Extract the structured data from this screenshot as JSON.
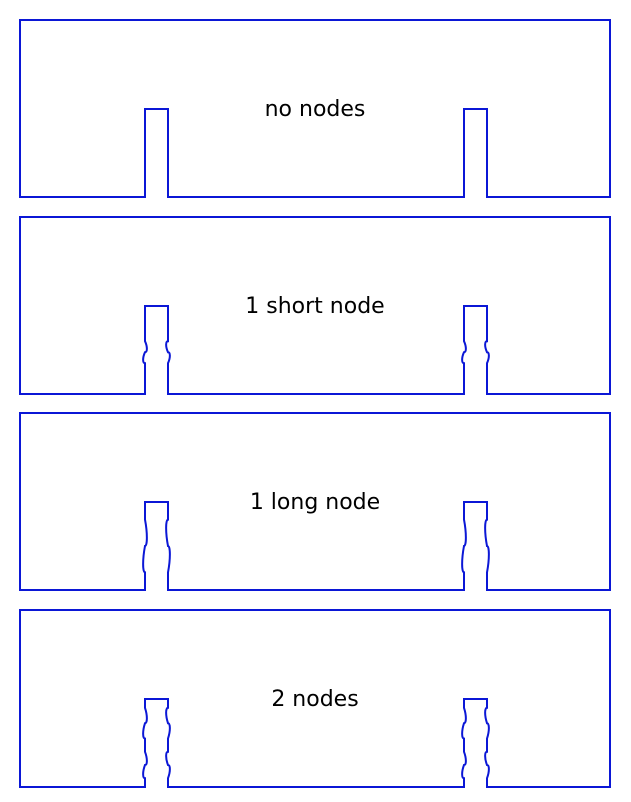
{
  "stroke_color": "#0b17d6",
  "panels": [
    {
      "label": "no nodes",
      "variant": "none"
    },
    {
      "label": "1 short node",
      "variant": "short"
    },
    {
      "label": "1 long node",
      "variant": "long"
    },
    {
      "label": "2 nodes",
      "variant": "double"
    }
  ]
}
